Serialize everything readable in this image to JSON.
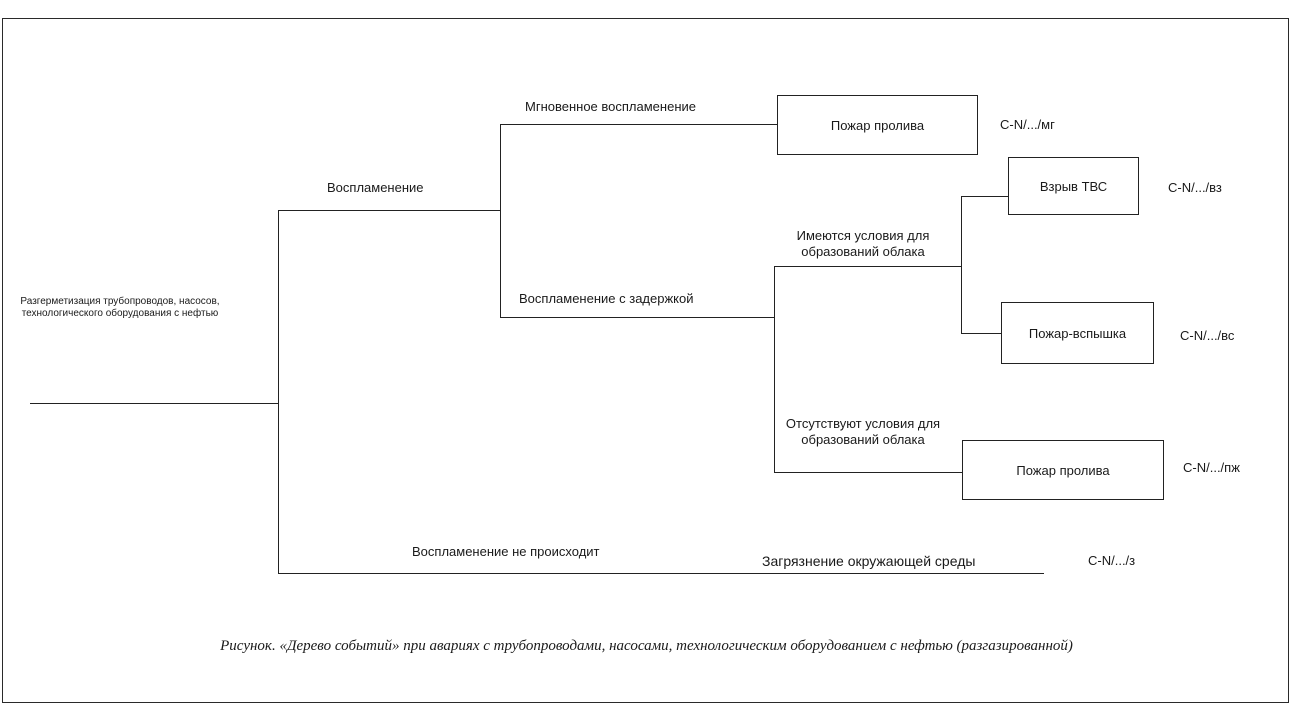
{
  "root": "Разгерметизация трубопроводов, насосов, технологического оборудования с нефтью",
  "branches": {
    "ignition": "Воспламенение",
    "instant": "Мгновенное воспламенение",
    "delayed": "Воспламенение с задержкой",
    "cloud_yes": "Имеются условия для образований облака",
    "cloud_no": "Отсутствуют условия для образований облака",
    "no_ignition": "Воспламенение не происходит"
  },
  "outcomes": {
    "spill_fire_1": "Пожар пролива",
    "explosion": "Взрыв ТВС",
    "flash_fire": "Пожар-вспышка",
    "spill_fire_2": "Пожар пролива",
    "pollution": "Загрязнение окружающей среды"
  },
  "codes": {
    "mg": "C-N/.../мг",
    "vz": "C-N/.../вз",
    "vs": "C-N/.../вс",
    "pzh": "C-N/.../пж",
    "z": "C-N/.../з"
  },
  "caption": "Рисунок. «Дерево событий» при авариях с трубопроводами, насосами, технологическим оборудованием с нефтью (разгазированной)"
}
